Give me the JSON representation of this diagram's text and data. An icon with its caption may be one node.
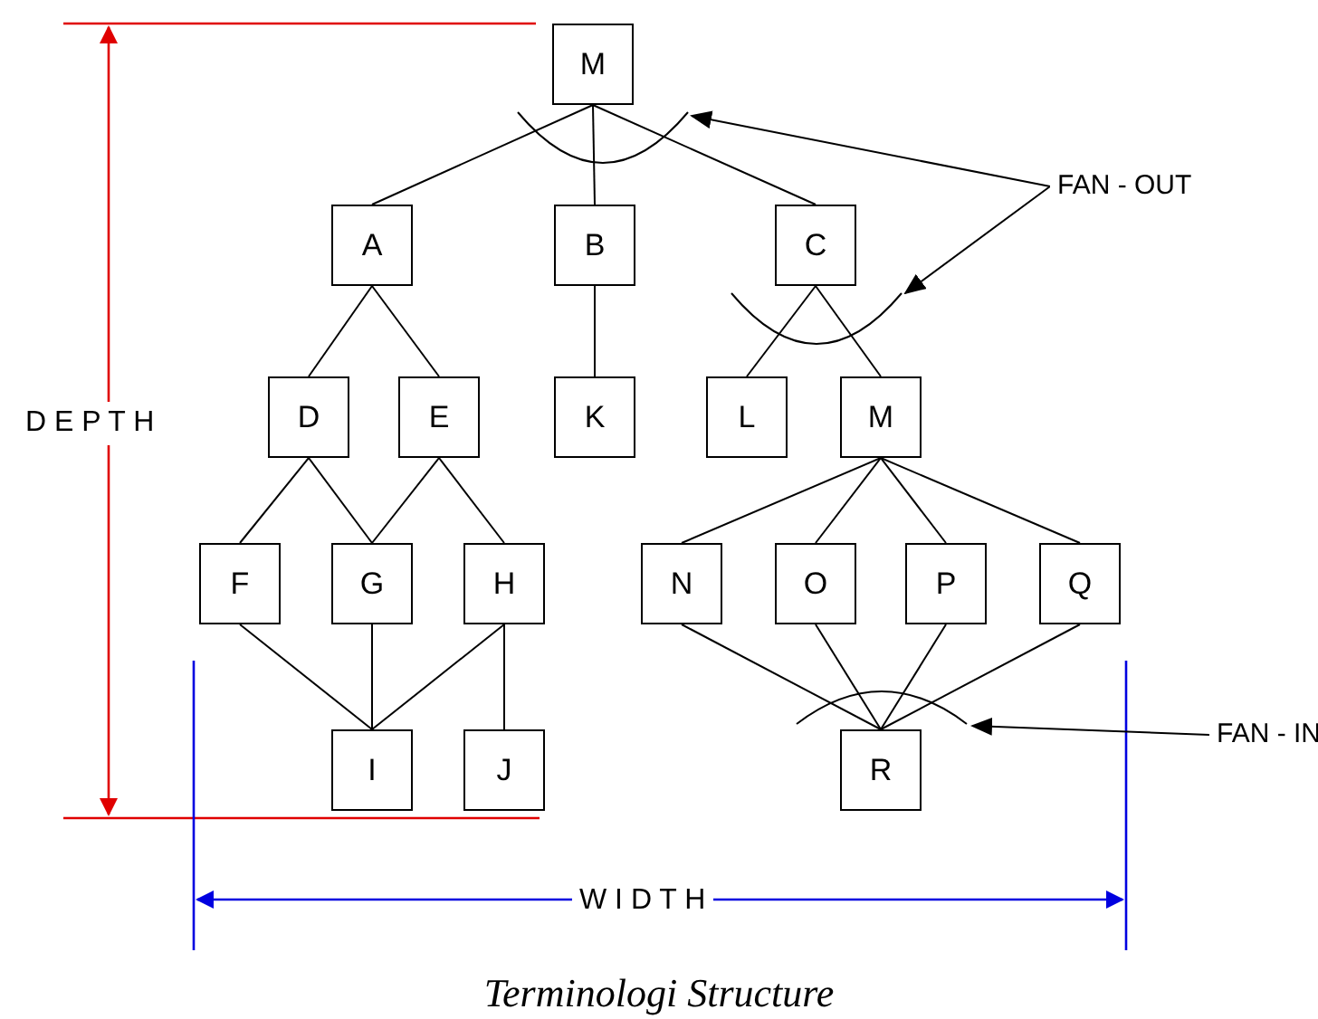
{
  "diagram": {
    "caption": "Terminologi Structure",
    "nodes": [
      {
        "text": [
          "M"
        ]
      },
      {
        "text": [
          "A"
        ]
      },
      {
        "text": [
          "B"
        ]
      },
      {
        "text": [
          "C"
        ]
      },
      {
        "text": [
          "D"
        ]
      },
      {
        "text": [
          "E"
        ]
      },
      {
        "text": [
          "K"
        ]
      },
      {
        "text": [
          "L"
        ]
      },
      {
        "text": [
          "M"
        ]
      },
      {
        "text": [
          "F"
        ]
      },
      {
        "text": [
          "G"
        ]
      },
      {
        "text": [
          "H"
        ]
      },
      {
        "text": [
          "N"
        ]
      },
      {
        "text": [
          "O"
        ]
      },
      {
        "text": [
          "P"
        ]
      },
      {
        "text": [
          "Q"
        ]
      },
      {
        "text": [
          "I"
        ]
      },
      {
        "text": [
          "J"
        ]
      },
      {
        "text": [
          "R"
        ]
      },
      {
        "text": [
          "FAN - OUT"
        ]
      },
      {
        "text": [
          "FAN - IN"
        ]
      }
    ],
    "edges": [
      {
        "from": 0,
        "to": 1,
        "arrow": "none"
      },
      {
        "from": 0,
        "to": 2,
        "arrow": "none"
      },
      {
        "from": 0,
        "to": 3,
        "arrow": "none"
      },
      {
        "from": 1,
        "to": 4,
        "arrow": "none"
      },
      {
        "from": 1,
        "to": 5,
        "arrow": "none"
      },
      {
        "from": 2,
        "to": 6,
        "arrow": "none"
      },
      {
        "from": 3,
        "to": 7,
        "arrow": "none"
      },
      {
        "from": 3,
        "to": 8,
        "arrow": "none"
      },
      {
        "from": 4,
        "to": 9,
        "arrow": "none"
      },
      {
        "from": 4,
        "to": 10,
        "arrow": "none"
      },
      {
        "from": 5,
        "to": 10,
        "arrow": "none"
      },
      {
        "from": 5,
        "to": 11,
        "arrow": "none"
      },
      {
        "from": 8,
        "to": 12,
        "arrow": "none"
      },
      {
        "from": 8,
        "to": 13,
        "arrow": "none"
      },
      {
        "from": 8,
        "to": 14,
        "arrow": "none"
      },
      {
        "from": 8,
        "to": 15,
        "arrow": "none"
      },
      {
        "from": 9,
        "to": 16,
        "arrow": "none"
      },
      {
        "from": 10,
        "to": 16,
        "arrow": "none"
      },
      {
        "from": 11,
        "to": 16,
        "arrow": "none"
      },
      {
        "from": 11,
        "to": 17,
        "arrow": "none"
      },
      {
        "from": 12,
        "to": 18,
        "arrow": "none"
      },
      {
        "from": 13,
        "to": 18,
        "arrow": "none"
      },
      {
        "from": 14,
        "to": 18,
        "arrow": "none"
      },
      {
        "from": 15,
        "to": 18,
        "arrow": "none"
      },
      {
        "from": 19,
        "to": 0,
        "arrow": "to"
      },
      {
        "from": 19,
        "to": 3,
        "arrow": "to"
      },
      {
        "from": 20,
        "to": 18,
        "arrow": "to"
      }
    ],
    "labels": [
      "D E P T H",
      "W I D T H"
    ]
  }
}
